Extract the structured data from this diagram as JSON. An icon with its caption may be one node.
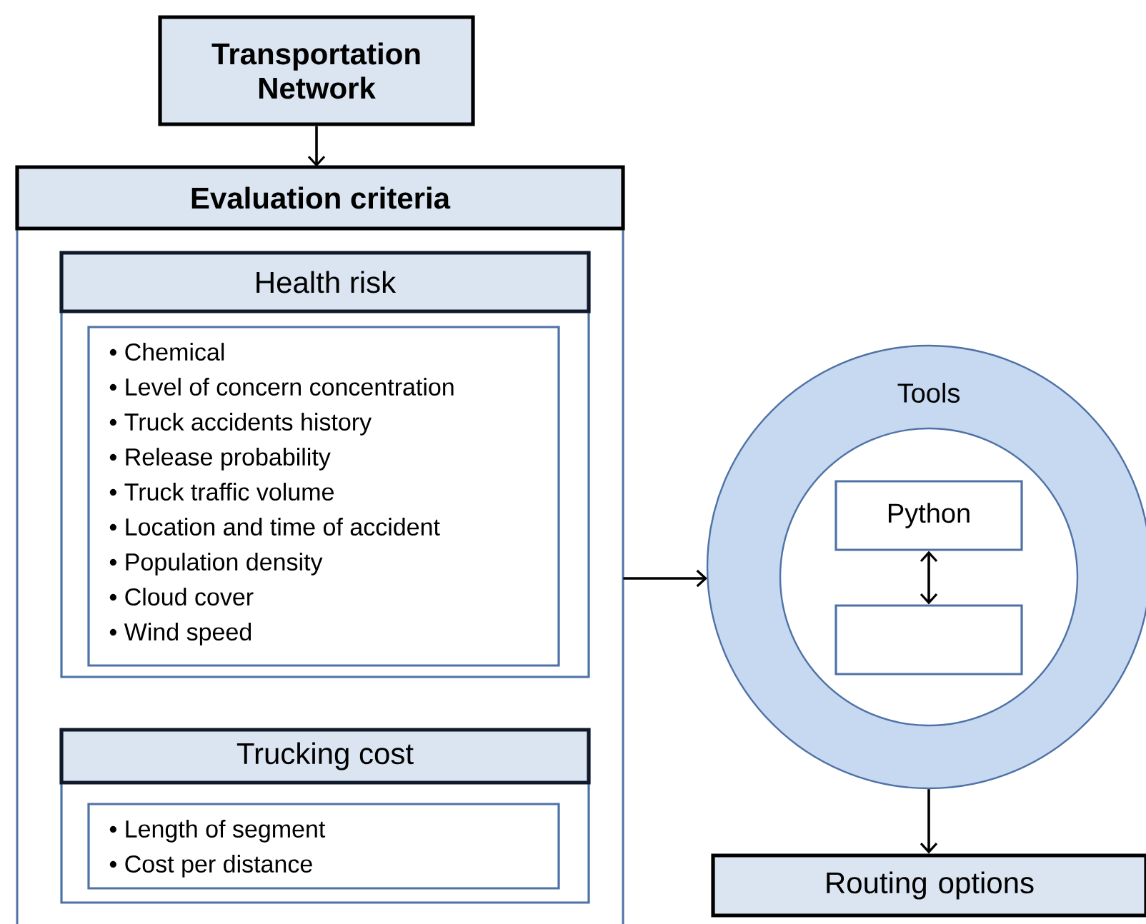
{
  "diagram": {
    "nodes": [
      {
        "text": [
          "Transportation Network"
        ]
      },
      {
        "text": [
          "Evaluation criteria"
        ]
      },
      {
        "text": [
          "Health risk"
        ],
        "in": 1
      },
      {
        "text": [
          "• Chemical",
          "• Level of concern concentration",
          "• Truck accidents history",
          "• Release probability",
          "• Truck traffic volume",
          "• Location and time of accident",
          "• Population density",
          "• Cloud cover",
          "• Wind speed"
        ],
        "in": 2
      },
      {
        "text": [
          "Trucking cost"
        ],
        "in": 1
      },
      {
        "text": [
          "• Length of segment",
          "• Cost per distance"
        ],
        "in": 4
      },
      {
        "text": [
          "Tools"
        ]
      },
      {
        "text": [
          "Python"
        ],
        "in": 6
      },
      {
        "text": [],
        "shape": "box",
        "in": 6
      },
      {
        "text": [
          "Routing options"
        ]
      }
    ],
    "edges": [
      {
        "from": 0,
        "to": 1,
        "arrow": "to"
      },
      {
        "from": 1,
        "to": 6,
        "arrow": "to"
      },
      {
        "from": 7,
        "to": 8,
        "arrow": "both"
      },
      {
        "from": 6,
        "to": 9,
        "arrow": "to"
      }
    ]
  }
}
